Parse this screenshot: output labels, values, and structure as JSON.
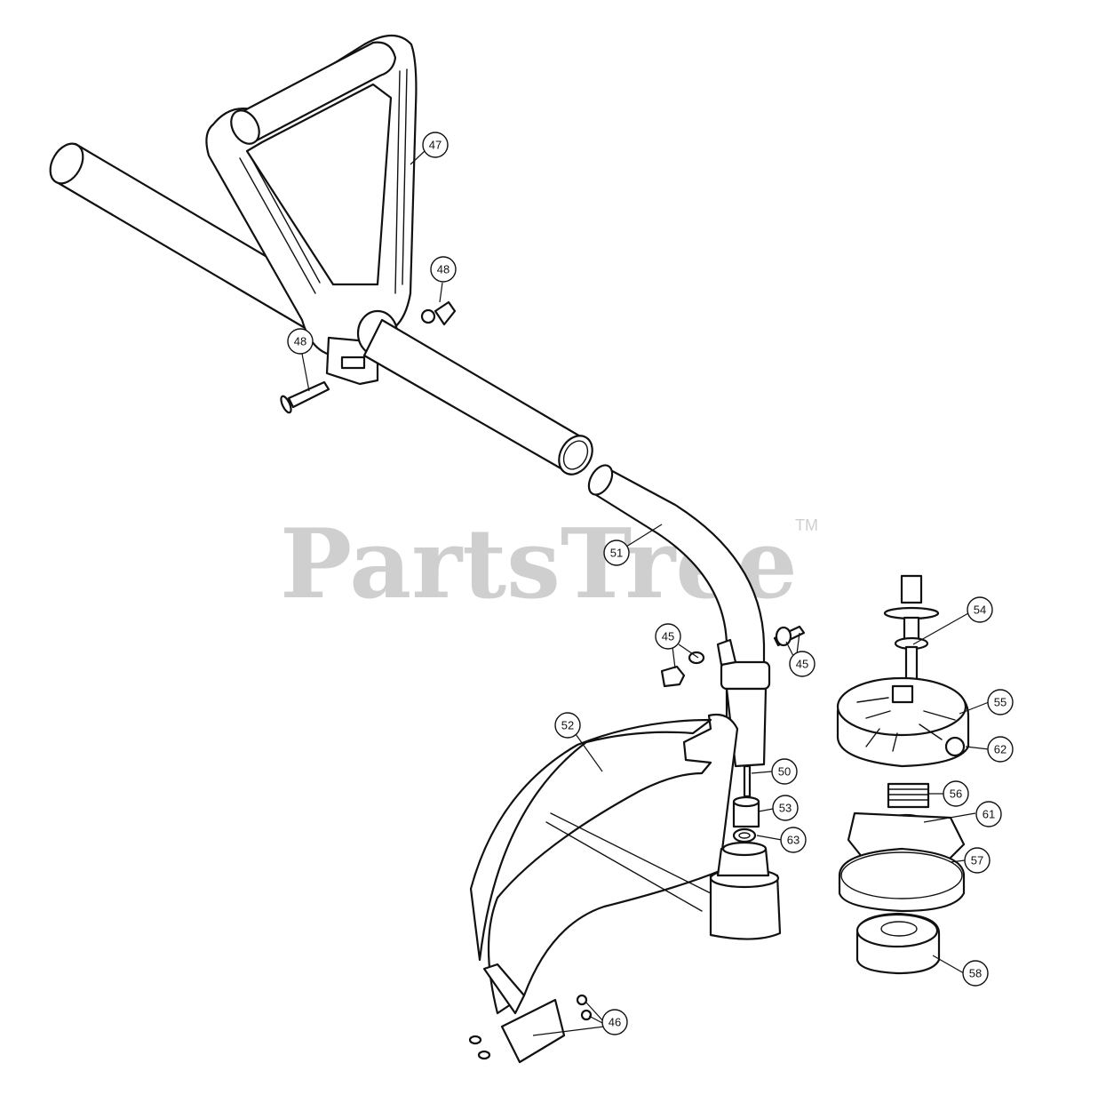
{
  "watermark": {
    "text": "PartsTree",
    "tm": "TM"
  },
  "callouts": {
    "c47": "47",
    "c48a": "48",
    "c48b": "48",
    "c51": "51",
    "c45a": "45",
    "c45b": "45",
    "c52": "52",
    "c50": "50",
    "c53": "53",
    "c63": "63",
    "c54": "54",
    "c55": "55",
    "c62": "62",
    "c56": "56",
    "c61": "61",
    "c57": "57",
    "c58": "58",
    "c46": "46"
  }
}
